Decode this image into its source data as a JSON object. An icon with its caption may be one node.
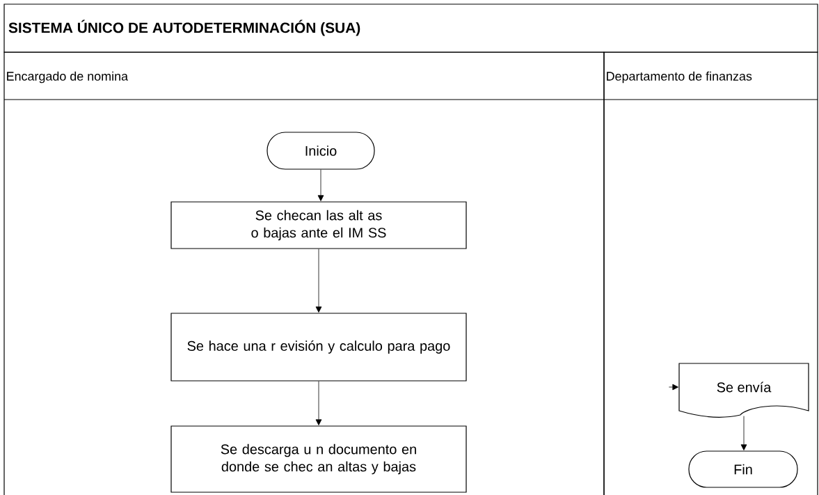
{
  "diagram": {
    "title": "SISTEMA ÚNICO DE AUTODETERMINACIÓN (SUA)",
    "nodes": [
      {
        "text": [
          "Encargado de nomina"
        ]
      },
      {
        "text": [
          "Departamento de finanzas"
        ]
      },
      {
        "text": [
          "Inicio"
        ],
        "in": 0
      },
      {
        "text": [
          "Se checan las alt as o bajas ante el IM SS"
        ],
        "in": 0
      },
      {
        "text": [
          "Se hace una r evisión y calculo para pago"
        ],
        "in": 0
      },
      {
        "text": [
          "Se descarga u n documento en donde se chec an altas y bajas"
        ],
        "in": 0
      },
      {
        "text": [
          "Se envía"
        ],
        "in": 1
      },
      {
        "text": [
          "Fin"
        ],
        "in": 1
      }
    ],
    "edges": [
      {
        "from": 2,
        "to": 3,
        "arrow": "to"
      },
      {
        "from": 3,
        "to": 4,
        "arrow": "to"
      },
      {
        "from": 4,
        "to": 5,
        "arrow": "to"
      },
      {
        "from": null,
        "to": 6,
        "arrow": "to"
      },
      {
        "from": 6,
        "to": 7,
        "arrow": "to"
      }
    ]
  }
}
